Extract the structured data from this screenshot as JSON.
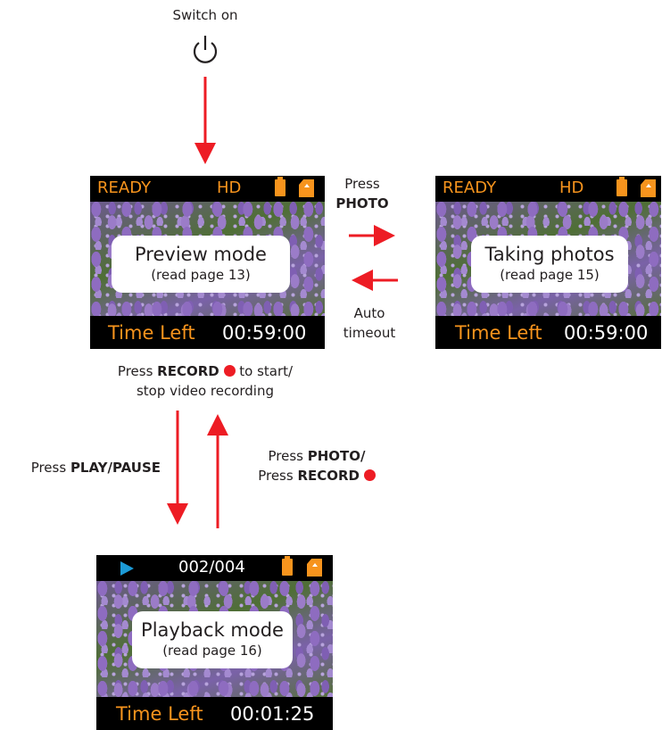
{
  "switch_on": {
    "label": "Switch on"
  },
  "transitions": {
    "press_photo": {
      "line1": "Press",
      "bold": "PHOTO"
    },
    "auto_timeout": {
      "line1": "Auto",
      "line2": "timeout"
    },
    "record": {
      "pre": "Press ",
      "bold": "RECORD",
      "post": " to start/",
      "line2": "stop video recording"
    },
    "play_pause": {
      "pre": "Press ",
      "bold": "PLAY/PAUSE"
    },
    "back": {
      "l1_pre": "Press ",
      "l1_bold": "PHOTO/",
      "l2_pre": "Press ",
      "l2_bold": "RECORD"
    }
  },
  "screens": {
    "preview": {
      "status_left": "READY",
      "status_mid": "HD",
      "title": "Preview mode",
      "subtitle": "(read page 13)",
      "time_label": "Time Left",
      "time_value": "00:59:00"
    },
    "photo": {
      "status_left": "READY",
      "status_mid": "HD",
      "title": "Taking photos",
      "subtitle": "(read page 15)",
      "time_label": "Time Left",
      "time_value": "00:59:00"
    },
    "playback": {
      "counter": "002/004",
      "title": "Playback mode",
      "subtitle": "(read page 16)",
      "time_label": "Time Left",
      "time_value": "00:01:25"
    }
  },
  "colors": {
    "arrow": "#ed1c24",
    "status": "#f7941d",
    "play": "#1c9ad6"
  }
}
